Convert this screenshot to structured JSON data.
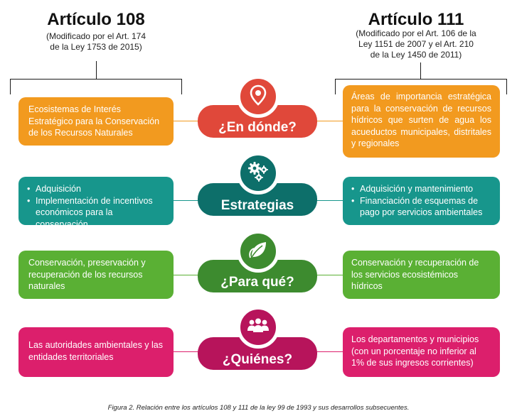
{
  "left_header": {
    "title": "Artículo 108",
    "subtitle_line1": "(Modificado por el Art. 174",
    "subtitle_line2": "de la Ley 1753 de 2015)"
  },
  "right_header": {
    "title": "Artículo 111",
    "subtitle_line1": "(Modificado por el Art. 106 de la",
    "subtitle_line2": "Ley 1151 de 2007 y el Art. 210",
    "subtitle_line3": "de la Ley 1450 de 2011)"
  },
  "rows": [
    {
      "label": "¿En dónde?",
      "icon": "location-pin-icon",
      "left_text": "Ecosistemas de Interés Estratégico para la Conservación de los Recursos Naturales",
      "right_text": "Áreas de importancia estratégica para la conservación de recursos hídricos que surten de agua los acueductos municipales, distritales y regionales"
    },
    {
      "label": "Estrategias",
      "icon": "gears-icon",
      "left_items": [
        "Adquisición",
        "Implementación de incentivos económicos para  la conservación"
      ],
      "right_items": [
        "Adquisición y mantenimiento",
        "Financiación de esquemas de pago por servicios ambientales"
      ]
    },
    {
      "label": "¿Para qué?",
      "icon": "leaf-icon",
      "left_text": "Conservación, preservación y recuperación de los recursos naturales",
      "right_text": "Conservación y recuperación de los servicios ecosistémicos hídricos"
    },
    {
      "label": "¿Quiénes?",
      "icon": "people-group-icon",
      "left_text": "Las autoridades ambientales y las entidades territoriales",
      "right_text": "Los departamentos y municipios (con un porcentaje no inferior al 1% de sus ingresos corrientes)"
    }
  ],
  "caption": "Figura 2. Relación entre los artículos 108 y 111 de la ley 99 de 1993 y sus desarrollos subsecuentes.",
  "colors": {
    "orange": "#f29a1f",
    "red": "#e0483a",
    "teal_light": "#17968c",
    "teal_dark": "#0d6f6a",
    "green_light": "#5ab034",
    "green_dark": "#3d8b2f",
    "pink_light": "#dc1f6c",
    "pink_dark": "#b7145b"
  }
}
